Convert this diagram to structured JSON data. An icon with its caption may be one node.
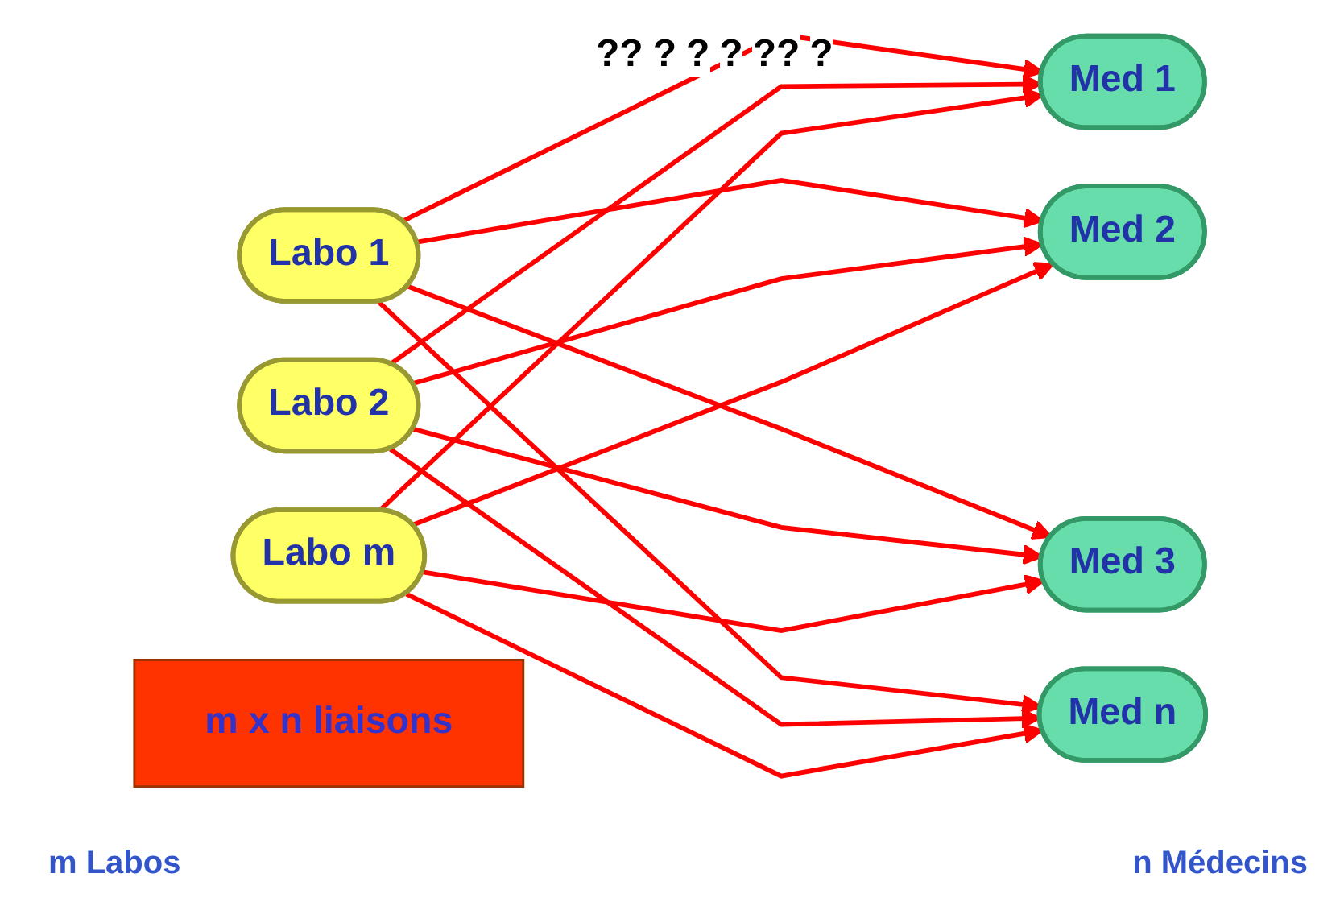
{
  "diagram": {
    "nodes": [
      {
        "text": [
          "Labo 1"
        ]
      },
      {
        "text": [
          "Labo 2"
        ]
      },
      {
        "text": [
          "Labo m"
        ]
      },
      {
        "text": [
          "Med 1"
        ]
      },
      {
        "text": [
          "Med 2"
        ]
      },
      {
        "text": [
          "Med 3"
        ]
      },
      {
        "text": [
          "Med n"
        ]
      },
      {
        "text": [
          "m x n liaisons"
        ]
      }
    ],
    "edges": [
      {
        "from": 0,
        "to": 3,
        "arrow": "to"
      },
      {
        "from": 0,
        "to": 4,
        "arrow": "to"
      },
      {
        "from": 0,
        "to": 5,
        "arrow": "to"
      },
      {
        "from": 0,
        "to": 6,
        "arrow": "to"
      },
      {
        "from": 1,
        "to": 3,
        "arrow": "to"
      },
      {
        "from": 1,
        "to": 4,
        "arrow": "to"
      },
      {
        "from": 1,
        "to": 5,
        "arrow": "to"
      },
      {
        "from": 1,
        "to": 6,
        "arrow": "to"
      },
      {
        "from": 2,
        "to": 3,
        "arrow": "to"
      },
      {
        "from": 2,
        "to": 4,
        "arrow": "to"
      },
      {
        "from": 2,
        "to": 5,
        "arrow": "to"
      },
      {
        "from": 2,
        "to": 6,
        "arrow": "to"
      }
    ],
    "labels": [
      "??",
      "?",
      "?",
      "?",
      "??",
      "?",
      "m Labos",
      "n Médecins"
    ]
  }
}
